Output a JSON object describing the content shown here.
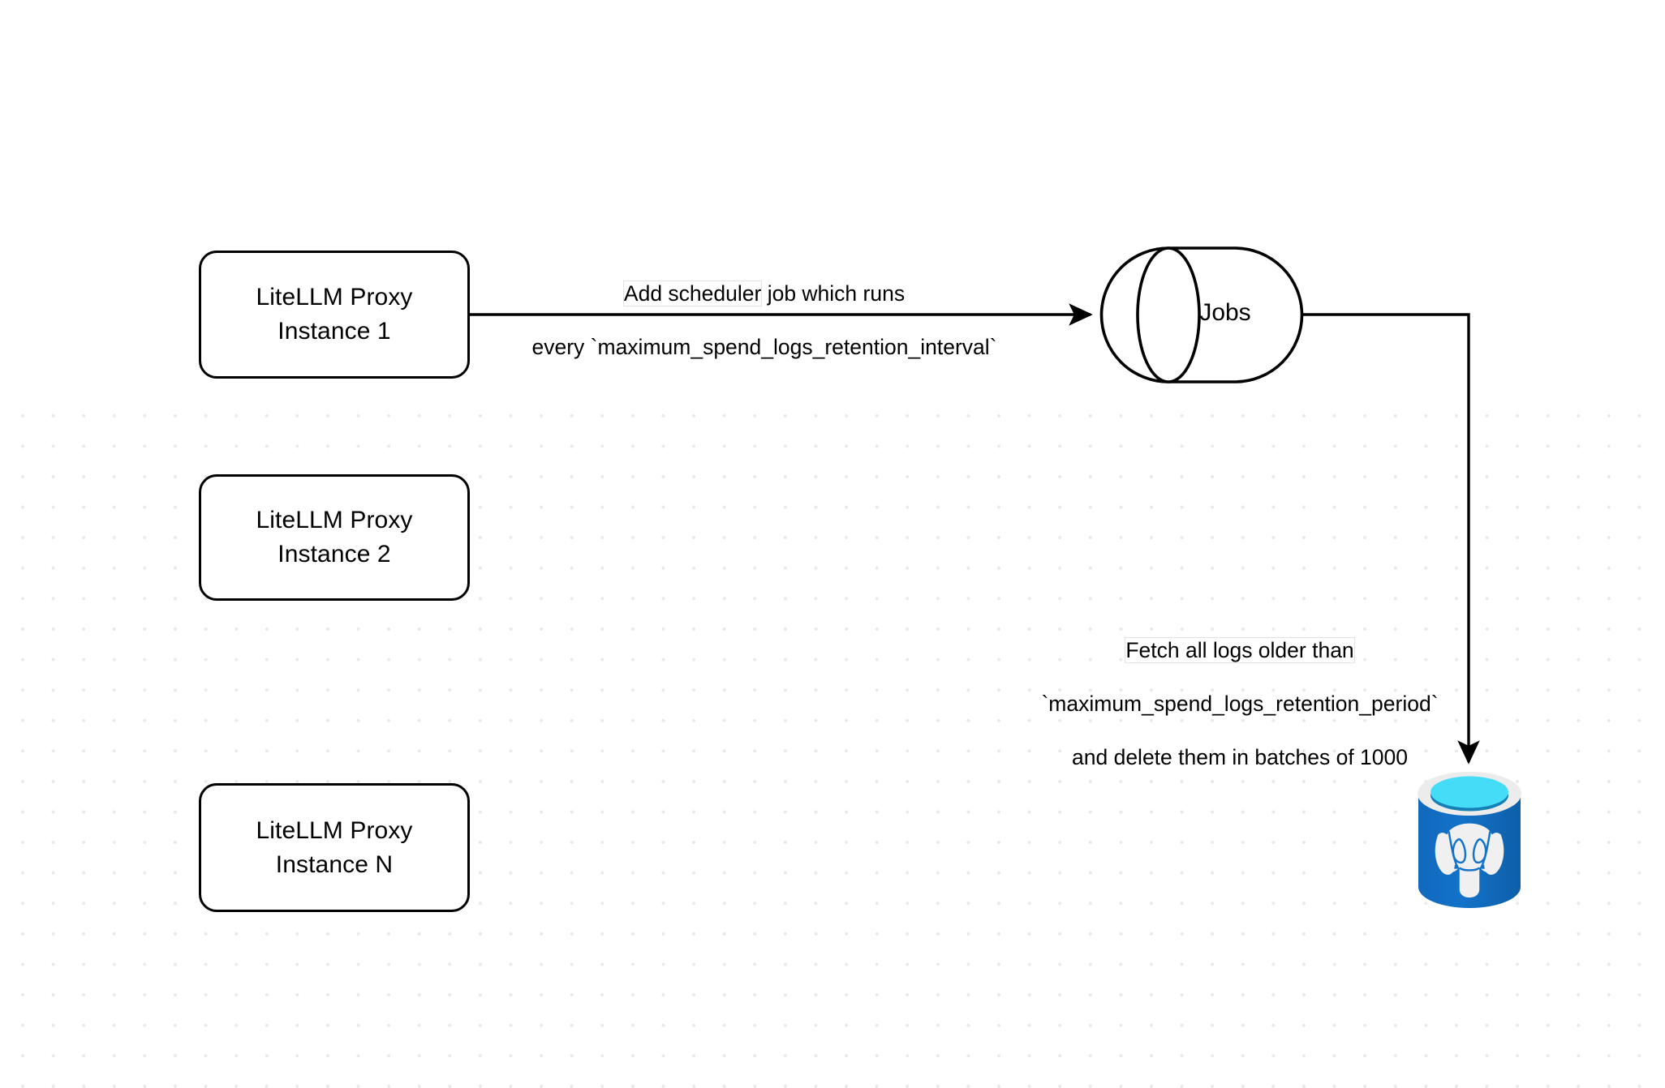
{
  "diagram": {
    "title": "LiteLLM spend logs retention scheduler flow",
    "background": {
      "color": "#ffffff",
      "grid_dot_color": "#e9e9e9"
    },
    "stroke_color": "#000000",
    "nodes": [
      {
        "id": "proxy-1",
        "name": "litellm-proxy-instance-1",
        "type": "process",
        "label": "LiteLLM Proxy\nInstance 1",
        "line1": "LiteLLM Proxy",
        "line2": "Instance 1"
      },
      {
        "id": "proxy-2",
        "name": "litellm-proxy-instance-2",
        "type": "process",
        "label": "LiteLLM Proxy\nInstance 2",
        "line1": "LiteLLM Proxy",
        "line2": "Instance 2"
      },
      {
        "id": "proxy-n",
        "name": "litellm-proxy-instance-n",
        "type": "process",
        "label": "LiteLLM Proxy\nInstance N",
        "line1": "LiteLLM Proxy",
        "line2": "Instance N"
      },
      {
        "id": "jobs",
        "name": "jobs-queue",
        "type": "cylinder",
        "label": "Jobs"
      },
      {
        "id": "postgres",
        "name": "postgres-database",
        "type": "database-icon",
        "label": "",
        "icon": "postgresql-elephant-icon",
        "colors": {
          "body": "#1273c9",
          "body_dark": "#0f63ad",
          "rim": "#ececec",
          "top_fill": "#45dcf8",
          "inner_shadow": "#1580b5",
          "elephant": "#f0f0f0"
        }
      }
    ],
    "edges": [
      {
        "id": "edge-scheduler",
        "name": "edge-proxy1-to-jobs",
        "from": "proxy-1",
        "to": "jobs",
        "label_line1": "Add scheduler job which runs",
        "label_line2": "every `maximum_spend_logs_retention_interval`",
        "label_highlight": "Add scheduler",
        "label_rest_line1": " job which runs",
        "arrow": "end"
      },
      {
        "id": "edge-delete",
        "name": "edge-jobs-to-postgres",
        "from": "jobs",
        "to": "postgres",
        "label_line1": "Fetch all logs older than",
        "label_line2": "`maximum_spend_logs_retention_period`",
        "label_line3": "and delete them in batches of 1000",
        "label_highlight": "Fetch all logs older than",
        "arrow": "end"
      }
    ]
  }
}
